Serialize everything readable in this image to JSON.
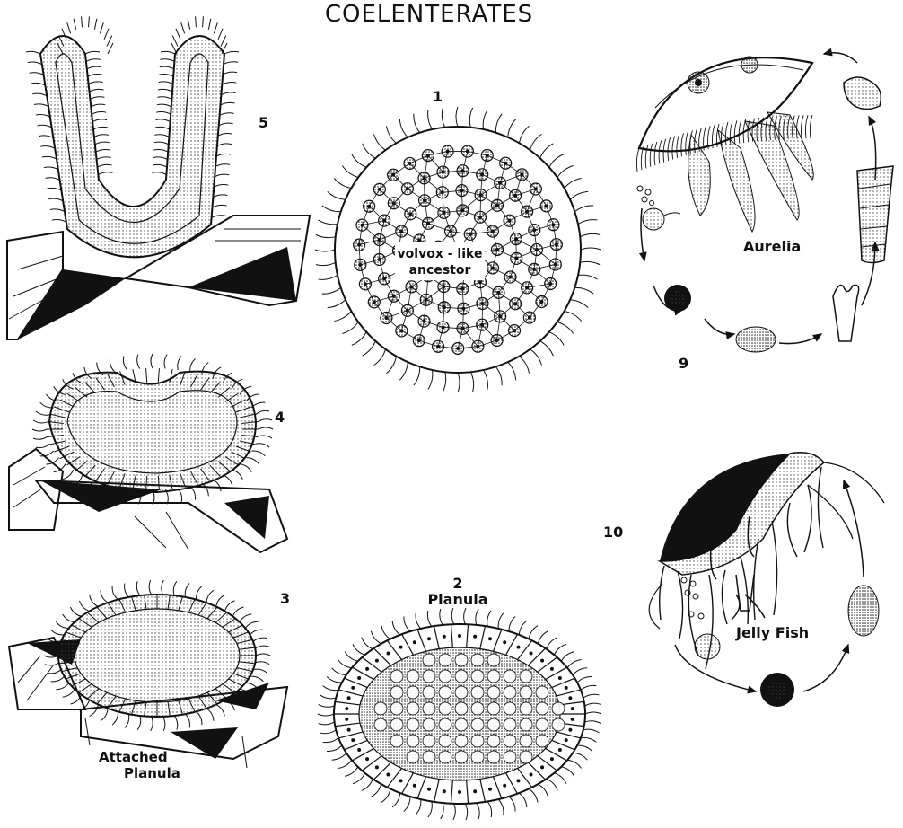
{
  "title": "COELENTERATES",
  "figures": {
    "fig1": {
      "number": "1",
      "caption_line1": "volvox - like",
      "caption_line2": "ancestor"
    },
    "fig2": {
      "number": "2",
      "caption": "Planula"
    },
    "fig3": {
      "number": "3",
      "caption_line1": "Attached",
      "caption_line2": "Planula"
    },
    "fig4": {
      "number": "4"
    },
    "fig5": {
      "number": "5"
    },
    "fig9": {
      "number": "9",
      "caption": "Aurelia"
    },
    "fig10": {
      "number": "10",
      "caption": "Jelly Fish"
    }
  },
  "colors": {
    "ink": "#111111",
    "paper": "#ffffff",
    "stipple": "#555555"
  }
}
